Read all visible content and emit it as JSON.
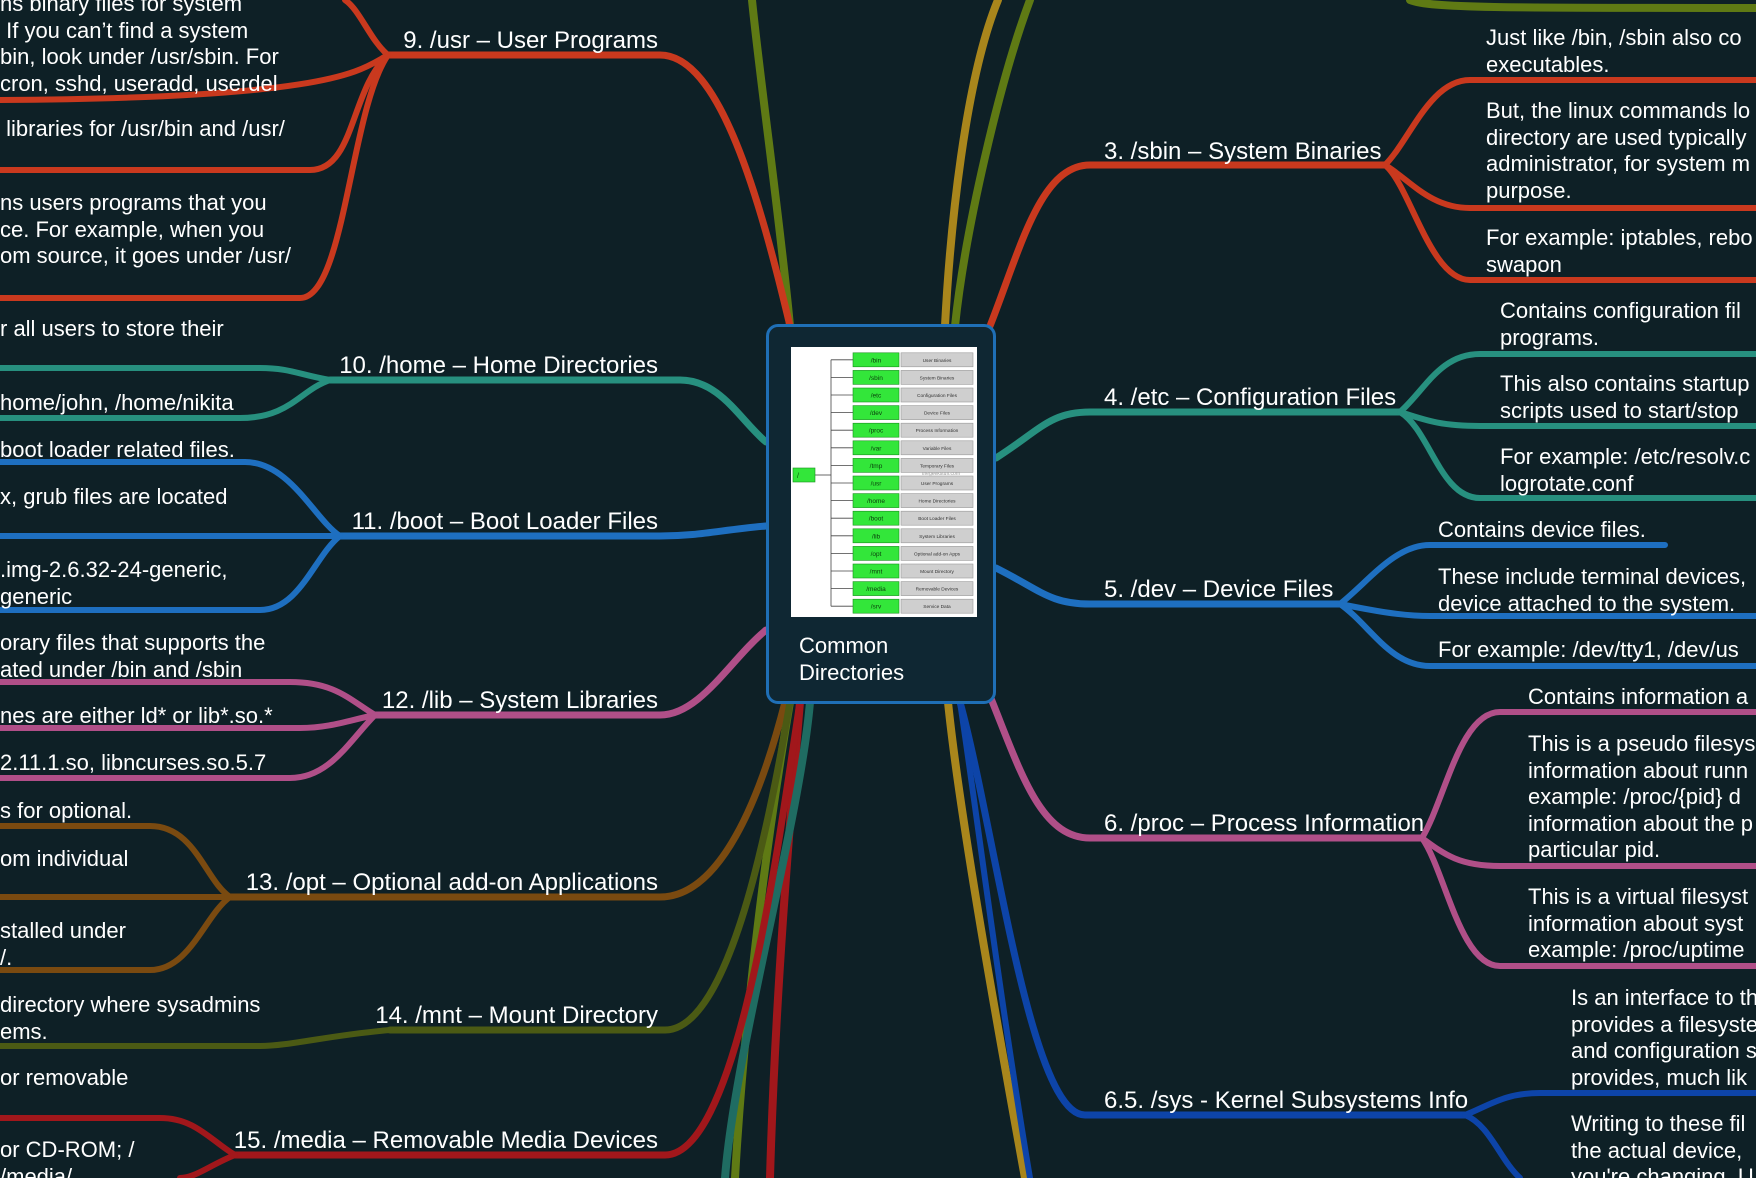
{
  "central": {
    "title": "Common\nDirectories",
    "diagram": {
      "root_label": "/",
      "watermark": "thegeekstuff.com",
      "rows": [
        {
          "dir": "/bin",
          "desc": "User Binaries"
        },
        {
          "dir": "/sbin",
          "desc": "System Binaries"
        },
        {
          "dir": "/etc",
          "desc": "Configuration Files"
        },
        {
          "dir": "/dev",
          "desc": "Device Files"
        },
        {
          "dir": "/proc",
          "desc": "Process Information"
        },
        {
          "dir": "/var",
          "desc": "Variable Files"
        },
        {
          "dir": "/tmp",
          "desc": "Temporary Files"
        },
        {
          "dir": "/usr",
          "desc": "User Programs"
        },
        {
          "dir": "/home",
          "desc": "Home Directories"
        },
        {
          "dir": "/boot",
          "desc": "Boot Loader Files"
        },
        {
          "dir": "/lib",
          "desc": "System Libraries"
        },
        {
          "dir": "/opt",
          "desc": "Optional add-on Apps"
        },
        {
          "dir": "/mnt",
          "desc": "Mount Directory"
        },
        {
          "dir": "/media",
          "desc": "Removable Devices"
        },
        {
          "dir": "/srv",
          "desc": "Service Data"
        }
      ]
    }
  },
  "colors": {
    "background": "#0e2026",
    "node_border": "#1f6fb6",
    "node_fill": "#0f2733",
    "usr": "#c9391e",
    "home": "#27907f",
    "boot": "#1e6fc0",
    "lib": "#b04f88",
    "opt": "#7a4a10",
    "mnt": "#4b5a14",
    "media": "#a1171b",
    "sbin": "#c9391e",
    "etc": "#27907f",
    "dev": "#1e6fc0",
    "proc": "#b04f88",
    "sys": "#0d44a8",
    "olive": "#5f7a14",
    "gold": "#a9861c"
  },
  "branches": {
    "usr": {
      "title": "9. /usr – User Programs",
      "leaves": [
        "ns binary files for system\n If you can’t find a system\nbin, look under /usr/sbin. For\ncron, sshd, useradd, userdel",
        " libraries for /usr/bin and /usr/",
        "ns users programs that you\nce. For example, when you\nom source, it goes under /usr/"
      ]
    },
    "home": {
      "title": "10. /home – Home Directories",
      "leaves": [
        "r all users to store their",
        "home/john, /home/nikita"
      ]
    },
    "boot": {
      "title": "11. /boot – Boot Loader Files",
      "leaves": [
        "boot loader related files.",
        "x, grub files are located",
        ".img-2.6.32-24-generic,\ngeneric"
      ]
    },
    "lib": {
      "title": "12. /lib – System Libraries",
      "leaves": [
        "orary files that supports the\nated under /bin and /sbin",
        "nes are either ld* or lib*.so.*",
        "2.11.1.so, libncurses.so.5.7"
      ]
    },
    "opt": {
      "title": "13. /opt – Optional add-on Applications",
      "leaves": [
        "s for optional.",
        "om individual",
        "stalled under\n/."
      ]
    },
    "mnt": {
      "title": "14. /mnt – Mount Directory",
      "leaves": [
        "directory where sysadmins\nems."
      ]
    },
    "media": {
      "title": "15. /media – Removable Media Devices",
      "leaves": [
        "or removable",
        "or CD-ROM; /\n/media/"
      ]
    },
    "sbin": {
      "title": "3. /sbin – System Binaries",
      "leaves": [
        "Just like /bin, /sbin also co\nexecutables.",
        "But, the linux commands lo\ndirectory are used typically\nadministrator, for system m\npurpose.",
        "For example: iptables, rebo\nswapon"
      ]
    },
    "etc": {
      "title": "4. /etc – Configuration Files",
      "leaves": [
        "Contains configuration fil\nprograms.",
        "This also contains startup\nscripts used to start/stop",
        "For example: /etc/resolv.c\nlogrotate.conf"
      ]
    },
    "dev": {
      "title": "5. /dev – Device Files",
      "leaves": [
        "Contains device files.",
        "These include terminal devices,\ndevice attached to the system.",
        "For example: /dev/tty1, /dev/us"
      ]
    },
    "proc": {
      "title": "6. /proc – Process Information",
      "leaves": [
        "Contains information a",
        "This is a pseudo filesys\ninformation about runn\nexample: /proc/{pid} d\ninformation about the p\nparticular pid.",
        "This is a virtual filesyst\ninformation about syst\nexample: /proc/uptime"
      ]
    },
    "sys": {
      "title": "6.5. /sys - Kernel Subsystems Info",
      "leaves": [
        "Is an interface to th\nprovides a filesyste\nand configuration s\nprovides, much lik",
        "Writing to these fil\nthe actual device, \nyou're changing. U"
      ]
    }
  }
}
